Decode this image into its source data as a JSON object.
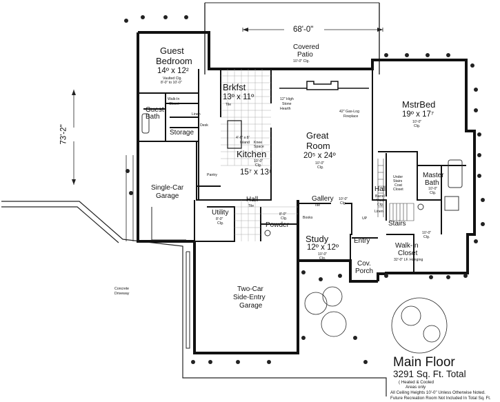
{
  "overall": {
    "width_dim": "68'-0\"",
    "depth_dim": "73'-2\""
  },
  "footer": {
    "title": "Main Floor",
    "total": "3291 Sq. Ft. Total",
    "heated_note_1": "( Heated & Cooled",
    "heated_note_2": "Areas only",
    "note_1": "All Ceiling Heights 10'-0\" Unless Otherwise Noted.",
    "note_2": "Future Recreation Room Not Included In Total Sq. Ft."
  },
  "rooms": {
    "guest_bedroom": {
      "name1": "Guest",
      "name2": "Bedroom",
      "dim": "14º x 12²",
      "ceiling1": "Vaulted Clg.",
      "ceiling2": "8'-0\" to 10'-0\""
    },
    "guest_bath": {
      "name1": "Guest",
      "name2": "Bath"
    },
    "walk_in_closet_small": {
      "name1": "Walk-In",
      "name2": "Closet"
    },
    "linen": {
      "name": "Linen"
    },
    "storage": {
      "name": "Storage"
    },
    "brkfst": {
      "name": "Brkfst",
      "dim": "13º x 11º",
      "floor": "Tile"
    },
    "kitchen": {
      "name": "Kitchen",
      "dim": "15⁷ x 13⁸",
      "ceiling1": "10'-0\"",
      "ceiling2": "Clg.",
      "island1": "4'-6\" x 8'",
      "island2": "Island",
      "knee1": "Knee",
      "knee2": "Space",
      "pantry": "Pantry",
      "desk": "Desk"
    },
    "great_room": {
      "name1": "Great",
      "name2": "Room",
      "dim": "20⁵ x 24º",
      "ceiling1": "10'-0\"",
      "ceiling2": "Clg.",
      "hearth1": "12\" High",
      "hearth2": "Stone",
      "hearth3": "Hearth",
      "fireplace1": "42\" Gas-Log",
      "fireplace2": "Fireplace"
    },
    "covered_patio": {
      "name1": "Covered",
      "name2": "Patio",
      "ceiling": "10'-0\" Clg."
    },
    "master_bed": {
      "name": "MstrBed",
      "dim": "19º x 17⁷",
      "ceiling1": "10'-0\"",
      "ceiling2": "Clg."
    },
    "master_bath": {
      "name1": "Master",
      "name2": "Bath",
      "ceiling1": "10'-0\"",
      "ceiling2": "Clg."
    },
    "under_stairs": {
      "l1": "Under",
      "l2": "Stairs",
      "l3": "Coat",
      "l4": "Closet"
    },
    "hall_right": {
      "name": "Hall",
      "note1": "Barrel",
      "note2": "Vault",
      "note3": "Clg."
    },
    "stairs": {
      "name": "Stairs",
      "up": "UP"
    },
    "walk_in_closet_master": {
      "name1": "Walk-In",
      "name2": "Closet",
      "note": "32'-0\" LF. Hanging",
      "ceiling1": "10'-0\"",
      "ceiling2": "Clg."
    },
    "single_car_garage": {
      "name1": "Single-Car",
      "name2": "Garage"
    },
    "hall_center": {
      "name": "Hall",
      "floor": "Tile"
    },
    "gallery": {
      "name": "Gallery",
      "floor": "Tile",
      "ceiling1": "10'-0\"",
      "ceiling2": "Clg."
    },
    "utility": {
      "name": "Utility",
      "ceiling1": "8'-0\"",
      "ceiling2": "Clg."
    },
    "powder": {
      "name": "Powder",
      "ceiling1": "8'-0\"",
      "ceiling2": "Clg."
    },
    "study": {
      "name": "Study",
      "dim": "12º x 12º",
      "ceiling1": "10'-0\"",
      "ceiling2": "Clg.",
      "books": "Books"
    },
    "entry": {
      "name": "Entry"
    },
    "cov_porch": {
      "name1": "Cov.",
      "name2": "Porch"
    },
    "two_car_garage": {
      "name1": "Two-Car",
      "name2": "Side-Entry",
      "name3": "Garage"
    },
    "driveway": {
      "name1": "Concrete",
      "name2": "Driveway"
    }
  }
}
